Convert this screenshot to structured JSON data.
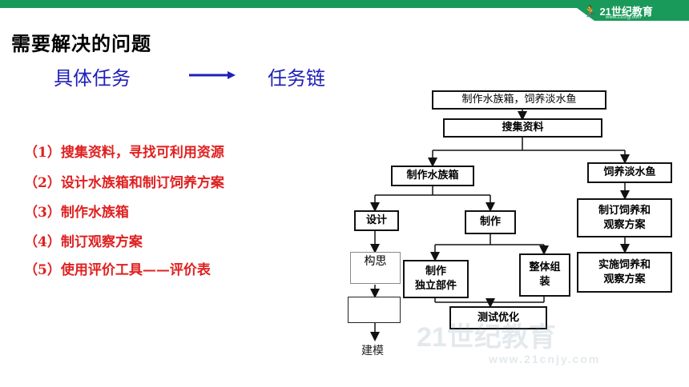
{
  "colors": {
    "brand_green": "#1a9a5a",
    "title_black": "#000000",
    "heading_blue": "#1f1fb8",
    "step_red": "#e02020"
  },
  "logo": {
    "icon": "runner-icon",
    "text": "21世纪教育",
    "site": "www.21cnjy.com"
  },
  "title": "需要解决的问题",
  "heading": {
    "left": "具体任务",
    "arrow_icon": "right-arrow-icon",
    "right": "任务链"
  },
  "steps": [
    "（1）搜集资料，寻找可利用资源",
    "（2）设计水族箱和制订饲养方案",
    "（3）制作水族箱",
    "（4）制订观察方案",
    "（5）使用评价工具——评价表"
  ],
  "flow": {
    "root": "制作水族箱，饲养淡水鱼",
    "collect": "搜集资料",
    "make_tank": "制作水族箱",
    "raise_fish": "饲养淡水鱼",
    "design": "设计",
    "make": "制作",
    "plan": "制订饲养和\n观察方案",
    "implement": "实施饲养和\n观察方案",
    "concept": "构思",
    "parts": "制作\n独立部件",
    "assemble": "整体组\n装",
    "optimize": "测试优化",
    "model": "建模"
  },
  "watermark": {
    "text": "21世纪教育",
    "site": "www.21cnjy.com"
  }
}
